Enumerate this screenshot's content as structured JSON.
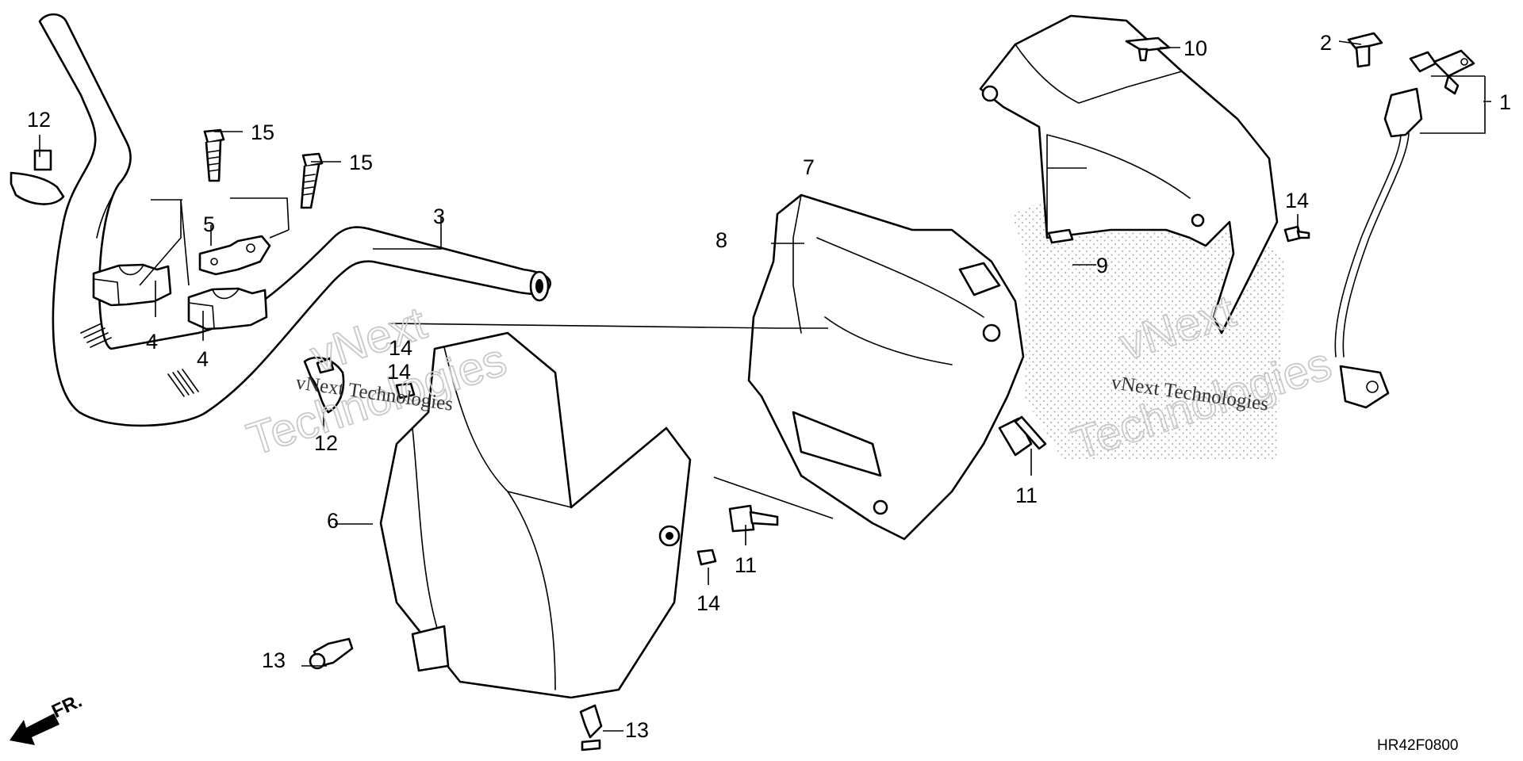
{
  "diagram": {
    "drawing_code": "HR42F0800",
    "direction_label": "FR.",
    "watermark": {
      "brand": "vNext",
      "word": "Technologies",
      "caption": "vNext Technologies"
    },
    "callouts": [
      "1",
      "2",
      "3",
      "4",
      "4",
      "5",
      "6",
      "7",
      "8",
      "9",
      "10",
      "11",
      "11",
      "12",
      "12",
      "13",
      "13",
      "14",
      "14",
      "14",
      "14",
      "15",
      "15"
    ],
    "parts": [
      {
        "ref": "1",
        "icon": "ignition-switch-with-keys-icon"
      },
      {
        "ref": "2",
        "icon": "grommet-icon"
      },
      {
        "ref": "3",
        "icon": "handlebar-icon"
      },
      {
        "ref": "4",
        "icon": "upper-holder-icon"
      },
      {
        "ref": "5",
        "icon": "stay-bracket-icon"
      },
      {
        "ref": "6",
        "icon": "headlight-cover-icon"
      },
      {
        "ref": "7",
        "icon": "meter-visor-icon"
      },
      {
        "ref": "8",
        "icon": "headlight-case-icon"
      },
      {
        "ref": "9",
        "icon": "clip-nut-icon"
      },
      {
        "ref": "10",
        "icon": "clip-icon"
      },
      {
        "ref": "11",
        "icon": "flange-bolt-icon"
      },
      {
        "ref": "12",
        "icon": "cable-band-icon"
      },
      {
        "ref": "13",
        "icon": "trim-clip-icon"
      },
      {
        "ref": "14",
        "icon": "screw-icon"
      },
      {
        "ref": "15",
        "icon": "flange-bolt-icon"
      }
    ]
  }
}
